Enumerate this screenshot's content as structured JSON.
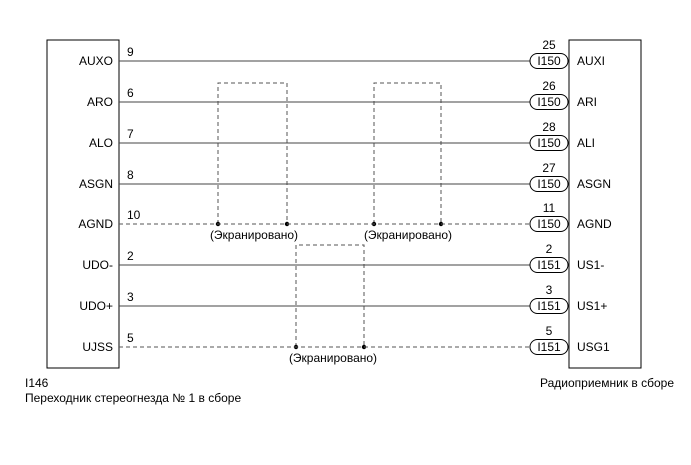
{
  "left_component": {
    "code": "I146",
    "name": "Переходник стереогнезда № 1 в сборе"
  },
  "right_component": {
    "name": "Радиоприемник в сборе"
  },
  "shield_label": "(Экранировано)",
  "circuits": [
    {
      "left_pin": "AUXO",
      "left_no": "9",
      "right_no": "25",
      "connector": "I150",
      "right_pin": "AUXI",
      "style": "solid"
    },
    {
      "left_pin": "ARO",
      "left_no": "6",
      "right_no": "26",
      "connector": "I150",
      "right_pin": "ARI",
      "style": "solid"
    },
    {
      "left_pin": "ALO",
      "left_no": "7",
      "right_no": "28",
      "connector": "I150",
      "right_pin": "ALI",
      "style": "solid"
    },
    {
      "left_pin": "ASGN",
      "left_no": "8",
      "right_no": "27",
      "connector": "I150",
      "right_pin": "ASGN",
      "style": "solid"
    },
    {
      "left_pin": "AGND",
      "left_no": "10",
      "right_no": "11",
      "connector": "I150",
      "right_pin": "AGND",
      "style": "dashed"
    },
    {
      "left_pin": "UDO-",
      "left_no": "2",
      "right_no": "2",
      "connector": "I151",
      "right_pin": "US1-",
      "style": "solid"
    },
    {
      "left_pin": "UDO+",
      "left_no": "3",
      "right_no": "3",
      "connector": "I151",
      "right_pin": "US1+",
      "style": "solid"
    },
    {
      "left_pin": "UJSS",
      "left_no": "5",
      "right_no": "5",
      "connector": "I151",
      "right_pin": "USG1",
      "style": "dashed"
    }
  ]
}
